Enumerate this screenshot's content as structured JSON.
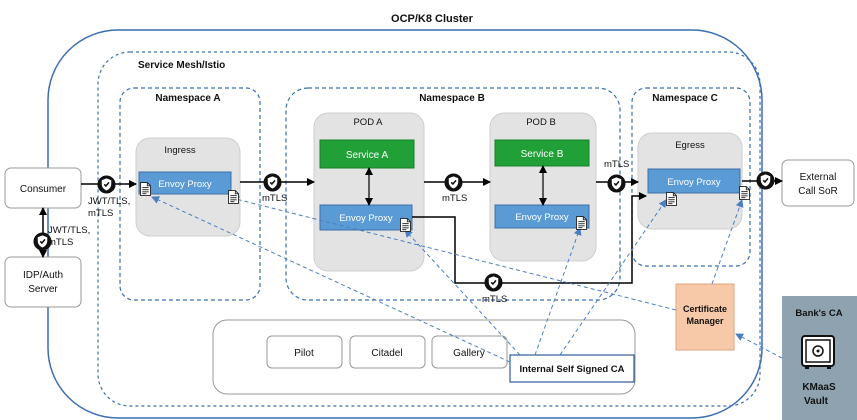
{
  "cluster": {
    "title": "OCP/K8 Cluster"
  },
  "mesh": {
    "title": "Service Mesh/Istio"
  },
  "namespaces": {
    "a": {
      "title": "Namespace A",
      "ingress_label": "Ingress",
      "proxy_label": "Envoy Proxy"
    },
    "b": {
      "title": "Namespace B",
      "pod_a": {
        "title": "POD A",
        "service_label": "Service A",
        "proxy_label": "Envoy Proxy"
      },
      "pod_b": {
        "title": "POD B",
        "service_label": "Service B",
        "proxy_label": "Envoy Proxy"
      }
    },
    "c": {
      "title": "Namespace C",
      "egress_label": "Egress",
      "proxy_label": "Envoy Proxy"
    }
  },
  "external": {
    "consumer": "Consumer",
    "idp_line1": "IDP/Auth",
    "idp_line2": "Server",
    "sor_line1": "External",
    "sor_line2": "Call SoR"
  },
  "control_plane": {
    "pilot": "Pilot",
    "citadel": "Citadel",
    "gallery": "Gallery",
    "internal_ca": "Internal Self Signed CA"
  },
  "cert_manager": {
    "line1": "Certificate",
    "line2": "Manager"
  },
  "bank_ca": {
    "title": "Bank's CA",
    "vault_line1": "KMaaS",
    "vault_line2": "Vault"
  },
  "edge_labels": {
    "jwt_line1": "JWT/TLS,",
    "jwt_line2": "mTLS",
    "jwt_idp_line1": "JWT/TLS,",
    "jwt_idp_line2": "mTLS",
    "mtls_a_b": "mTLS",
    "mtls_pod_a_b": "mTLS",
    "mtls_to_egress": "mTLS",
    "mtls_bottom": "mTLS"
  },
  "icons": [
    "shield-lock-icon",
    "certificate-doc-icon",
    "vault-safe-icon"
  ],
  "colors": {
    "service_green": "#21a038",
    "proxy_blue": "#5b9bd5",
    "cert_manager_orange": "#f8c9a8",
    "bank_ca_gray": "#8ea2b0",
    "dashed_blue": "#4a7fc1"
  }
}
